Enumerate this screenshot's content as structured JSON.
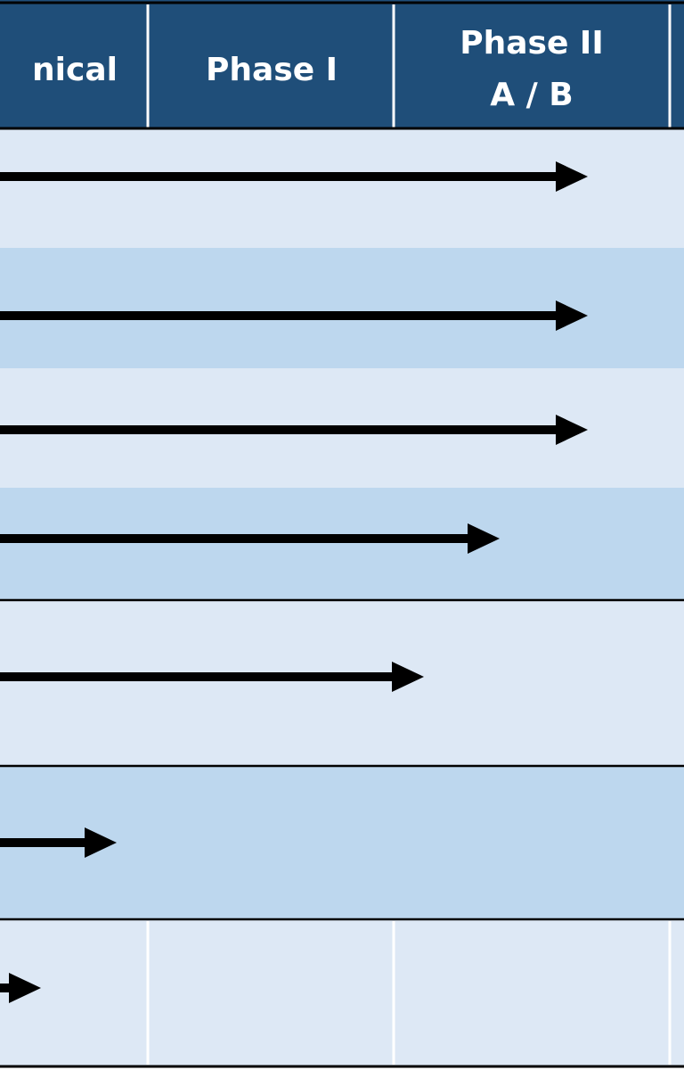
{
  "header": {
    "columns": [
      {
        "label": "nical"
      },
      {
        "label": "Phase I"
      },
      {
        "label": "Phase II",
        "sublabel": "A  / B"
      }
    ]
  },
  "colors": {
    "header_bg": "#1f4e79",
    "row_light": "#dde8f5",
    "row_dark": "#bdd7ee",
    "arrow": "#000000",
    "grid_line": "#ffffff",
    "border": "#000000"
  },
  "pipeline": {
    "stages": [
      "nical",
      "Phase I",
      "Phase II A / B"
    ],
    "rows": [
      {
        "progress_stage": "Phase II A / B",
        "arrow_end_fraction": 0.86
      },
      {
        "progress_stage": "Phase II A / B",
        "arrow_end_fraction": 0.86
      },
      {
        "progress_stage": "Phase II A / B",
        "arrow_end_fraction": 0.86
      },
      {
        "progress_stage": "Phase II A / B",
        "arrow_end_fraction": 0.73
      },
      {
        "progress_stage": "Phase II A / B",
        "arrow_end_fraction": 0.62
      },
      {
        "progress_stage": "nical",
        "arrow_end_fraction": 0.17
      },
      {
        "progress_stage": "nical",
        "arrow_end_fraction": 0.06
      }
    ]
  }
}
